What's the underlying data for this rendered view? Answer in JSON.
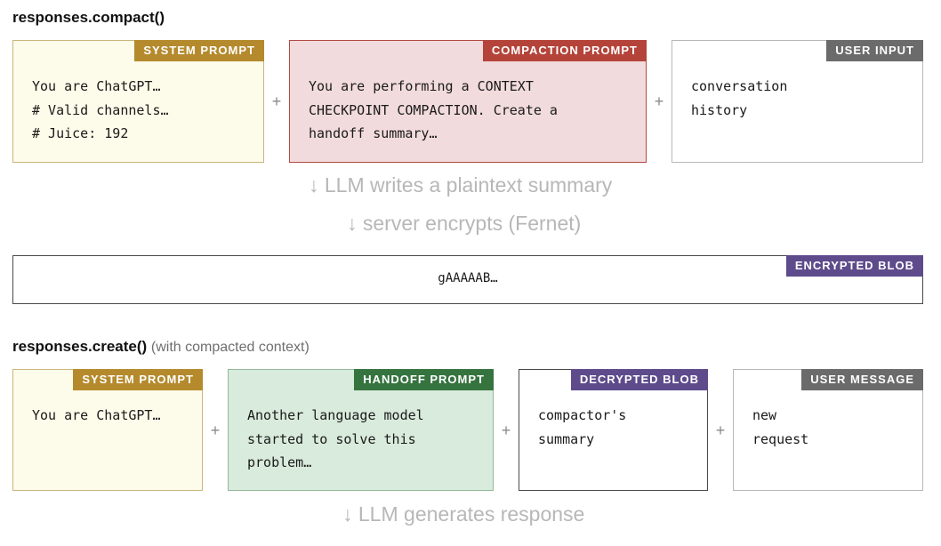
{
  "colors": {
    "system_prompt": "#b48a2c",
    "compaction_prompt": "#b4443a",
    "user_input": "#6b6b6b",
    "encrypted_blob": "#5e4b8b",
    "handoff_prompt": "#35733f",
    "decrypted_blob": "#5e4b8b",
    "user_message": "#6b6b6b",
    "flow_text": "#b7b7b7"
  },
  "section1": {
    "title": "responses.compact()",
    "system_prompt": {
      "tag": "SYSTEM PROMPT",
      "lines": [
        "You are ChatGPT…",
        "# Valid channels…",
        "# Juice: 192"
      ]
    },
    "compaction_prompt": {
      "tag": "COMPACTION PROMPT",
      "lines": [
        "You are performing a CONTEXT",
        "CHECKPOINT COMPACTION. Create a",
        "handoff summary…"
      ]
    },
    "user_input": {
      "tag": "USER INPUT",
      "lines": [
        "conversation",
        "history"
      ]
    },
    "plus": "+",
    "flow1": "↓ LLM writes a plaintext summary",
    "flow2": "↓ server encrypts (Fernet)",
    "encrypted_blob": {
      "tag": "ENCRYPTED BLOB",
      "text": "gAAAAAB…"
    }
  },
  "section2": {
    "title": "responses.create()",
    "subtitle": "(with compacted context)",
    "system_prompt": {
      "tag": "SYSTEM PROMPT",
      "lines": [
        "You are ChatGPT…"
      ]
    },
    "handoff_prompt": {
      "tag": "HANDOFF PROMPT",
      "lines": [
        "Another language model",
        "started to solve this",
        "problem…"
      ]
    },
    "decrypted_blob": {
      "tag": "DECRYPTED BLOB",
      "lines": [
        "compactor's",
        "summary"
      ]
    },
    "user_message": {
      "tag": "USER MESSAGE",
      "lines": [
        "new",
        "request"
      ]
    },
    "plus": "+",
    "flow": "↓ LLM generates response"
  }
}
